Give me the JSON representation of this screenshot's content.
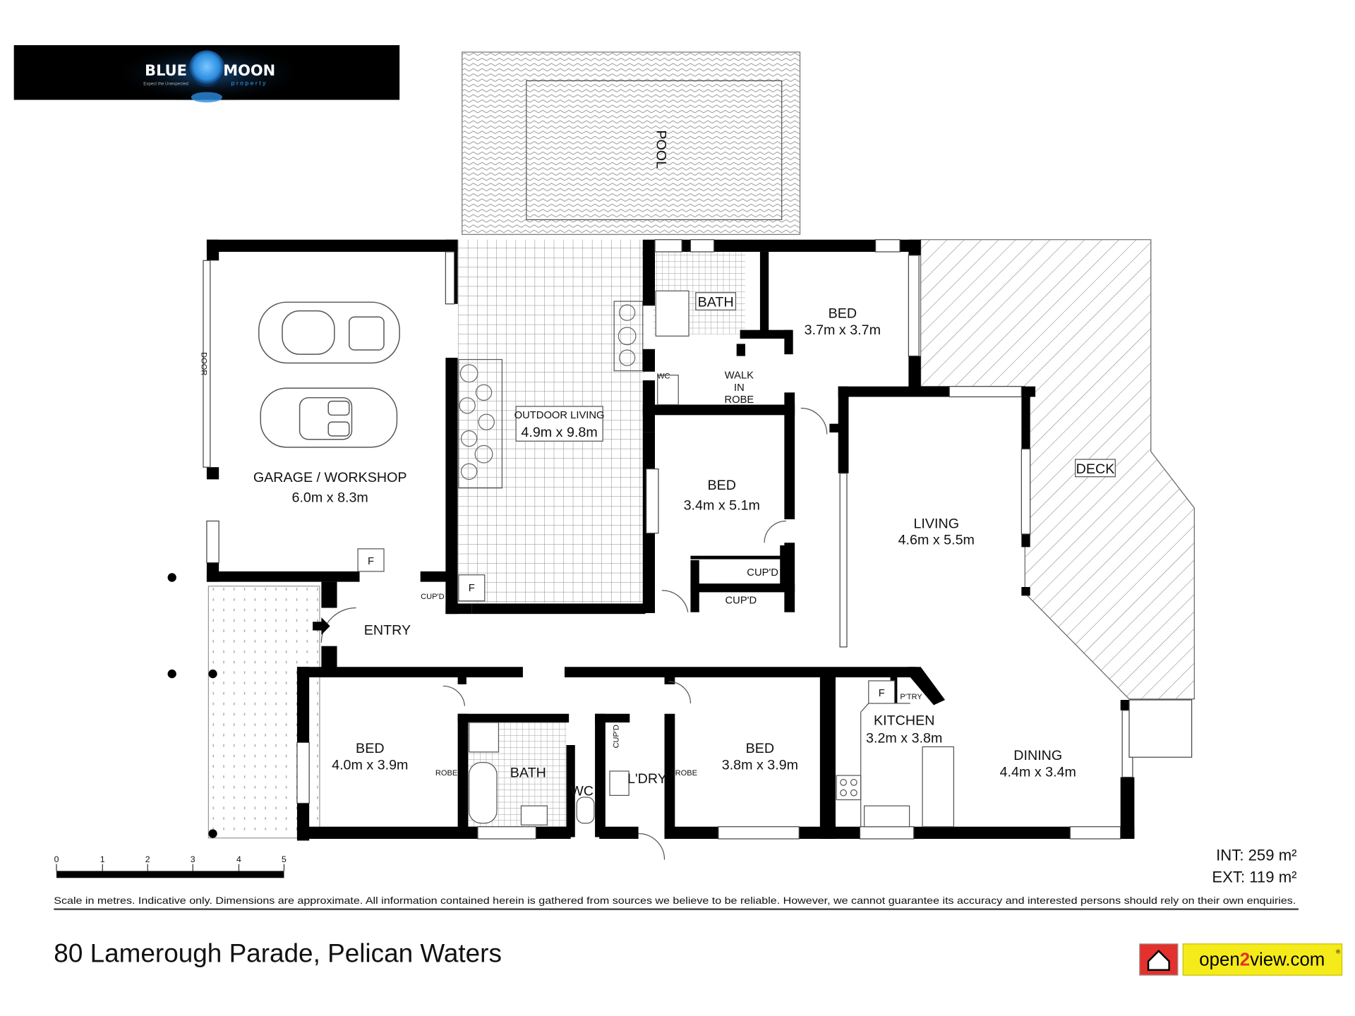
{
  "logo": {
    "brand_left": "BLUE",
    "brand_right": "MOON",
    "tagline": "Expect the Unexpected",
    "sub": "property",
    "bg_color": "#000000",
    "moon_color": "#3aa0e8"
  },
  "rooms": {
    "pool": "POOL",
    "garage": {
      "name": "GARAGE / WORKSHOP",
      "dims": "6.0m x 8.3m",
      "door": "DOOR"
    },
    "outdoor": {
      "name": "OUTDOOR LIVING",
      "dims": "4.9m x 9.8m"
    },
    "bath_top": "BATH",
    "bed_top": {
      "name": "BED",
      "dims": "3.7m x 3.7m"
    },
    "walk_in_robe": [
      "WALK",
      "IN",
      "ROBE"
    ],
    "wc_top": "WC",
    "bed_mid": {
      "name": "BED",
      "dims": "3.4m x 5.1m"
    },
    "cupd_1": "CUP'D",
    "cupd_2": "CUP'D",
    "living": {
      "name": "LIVING",
      "dims": "4.6m x 5.5m"
    },
    "deck": "DECK",
    "entry": "ENTRY",
    "fridge_garage": "F",
    "fridge_outdoor": "F",
    "cupd_entry": "CUP'D",
    "bed_left": {
      "name": "BED",
      "dims": "4.0m x 3.9m"
    },
    "robe_left": "ROBE",
    "bath_bottom": "BATH",
    "wc_bottom": "WC",
    "cupd_laundry": "CUP'D",
    "laundry": "L'DRY",
    "robe_right": "ROBE",
    "bed_right": {
      "name": "BED",
      "dims": "3.8m x 3.9m"
    },
    "kitchen": {
      "name": "KITCHEN",
      "dims": "3.2m x 3.8m",
      "fridge": "F",
      "pantry": "P'TRY"
    },
    "dining": {
      "name": "DINING",
      "dims": "4.4m x 3.4m"
    }
  },
  "scale": {
    "ticks": [
      "0",
      "1",
      "2",
      "3",
      "4",
      "5"
    ]
  },
  "areas": {
    "internal": "INT: 259 m²",
    "external": "EXT: 119 m²"
  },
  "disclaimer": "Scale in metres. Indicative only. Dimensions are approximate. All information contained herein is gathered from sources we believe to be reliable. However, we cannot guarantee its accuracy and interested persons should rely on their own enquiries.",
  "address": "80 Lamerough Parade, Pelican Waters",
  "open2view": {
    "text_a": "open",
    "text_2": "2",
    "text_b": "view.com",
    "reg": "®",
    "yellow": "#f5eb1a",
    "red": "#e3312d"
  }
}
